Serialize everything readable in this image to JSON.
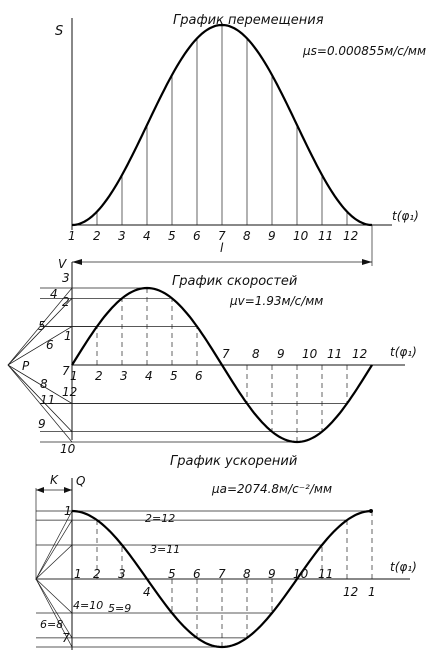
{
  "displacement": {
    "title": "График перемещения",
    "axis_y": "S",
    "axis_x": "t(φ₁)",
    "scale": "μs=0.000855м/с/мм",
    "length_label": "l",
    "ticks": [
      "1",
      "2",
      "3",
      "4",
      "5",
      "6",
      "7",
      "8",
      "9",
      "10",
      "11",
      "12"
    ]
  },
  "velocity": {
    "title": "График скоростей",
    "axis_y": "V",
    "axis_x": "t(φ₁)",
    "scale": "μv=1.93м/с/мм",
    "pole": "P",
    "left_labels": [
      "3",
      "4",
      "2",
      "5",
      "1",
      "6",
      "7",
      "8",
      "11",
      "12",
      "9",
      "10"
    ],
    "ticks_before": [
      "1",
      "2",
      "3",
      "4",
      "5",
      "6"
    ],
    "ticks_after": [
      "7",
      "8",
      "9",
      "10",
      "11",
      "12"
    ]
  },
  "acceleration": {
    "title": "График ускорений",
    "axis_y": "Q",
    "axis_x": "t(φ₁)",
    "scale": "μa=2074.8м/с⁻²/мм",
    "pole_distance": "K",
    "pair_labels": [
      "2=12",
      "3=11",
      "4=10",
      "5=9",
      "6=8"
    ],
    "left_labels": [
      "1",
      "7"
    ],
    "ticks": [
      "1",
      "2",
      "3",
      "4",
      "5",
      "6",
      "7",
      "8",
      "9",
      "10",
      "11",
      "12",
      "1"
    ]
  }
}
